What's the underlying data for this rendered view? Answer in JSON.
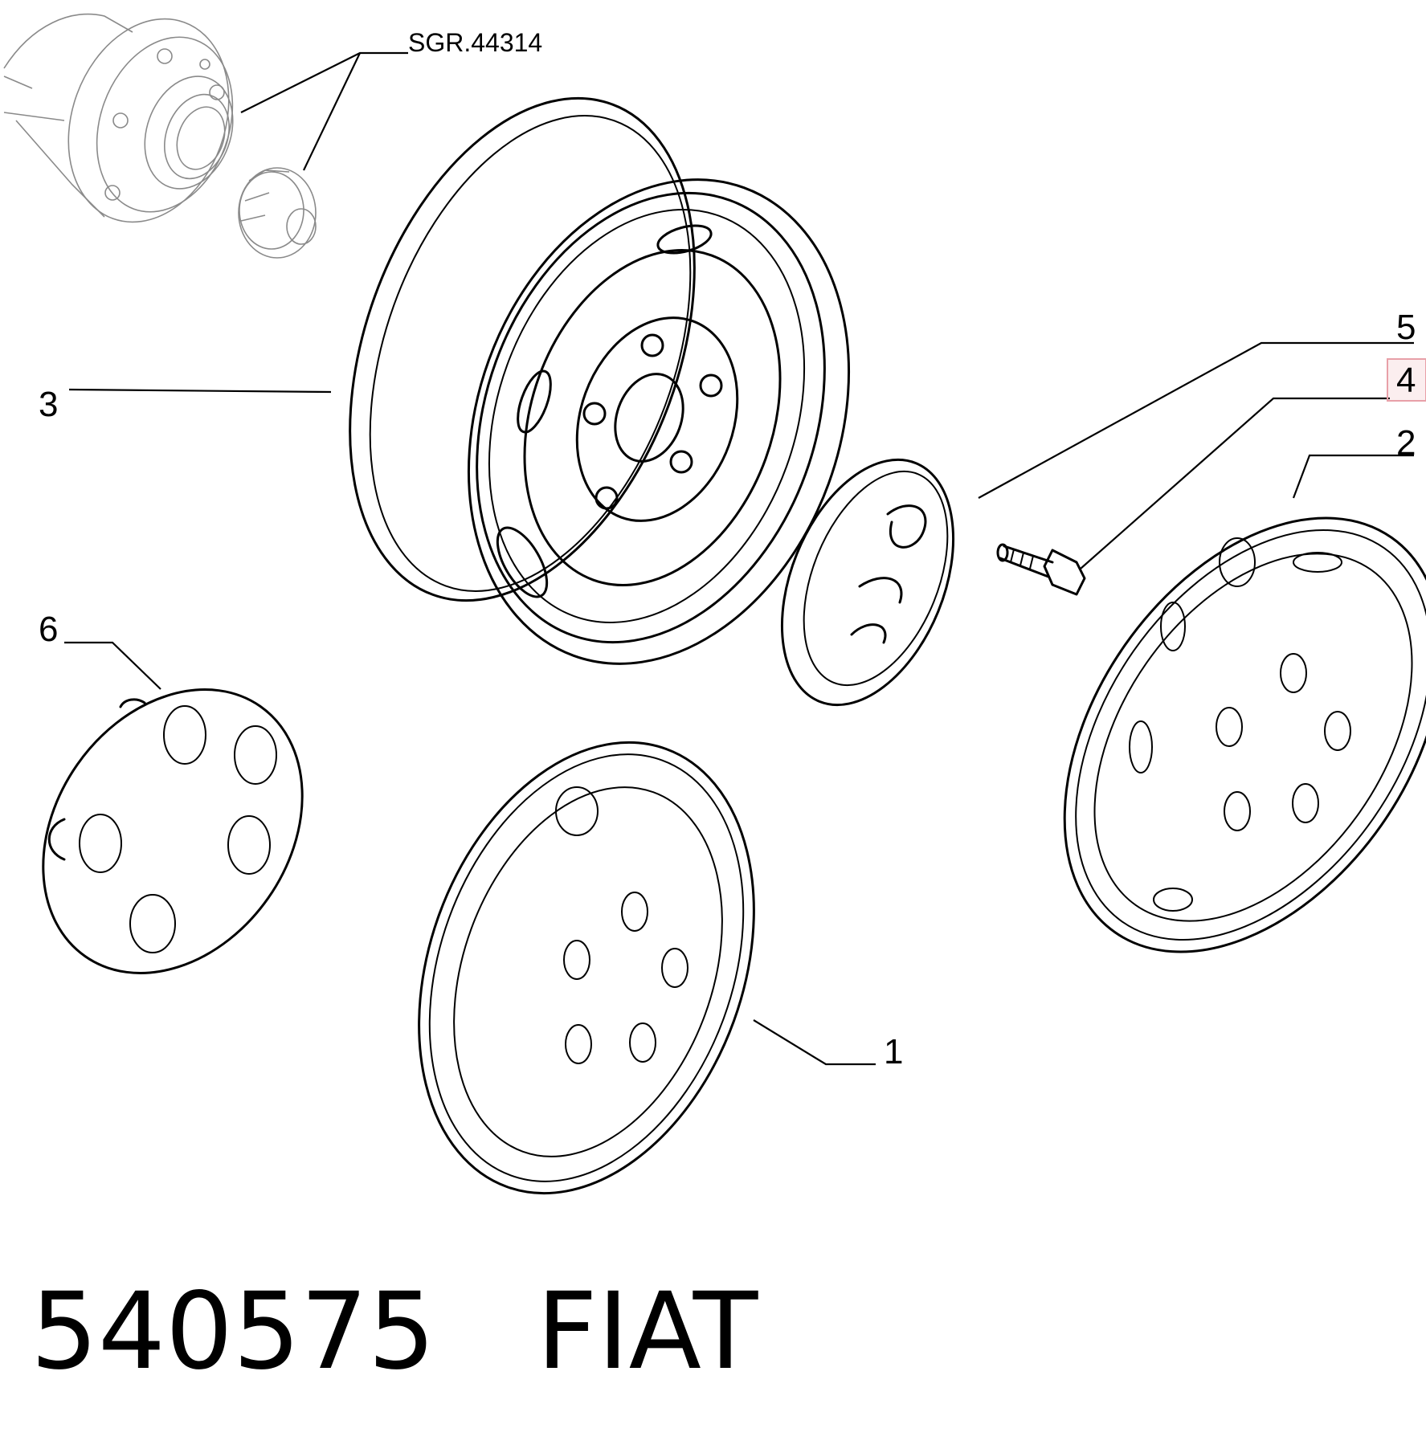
{
  "reference_label": "SGR.44314",
  "callouts": {
    "c1": "1",
    "c2": "2",
    "c3": "3",
    "c4": "4",
    "c5": "5",
    "c6": "6"
  },
  "highlighted_callout": "4",
  "highlight_color": "#e8a0a8",
  "footer": {
    "part_number": "540575",
    "brand": "FIAT"
  }
}
